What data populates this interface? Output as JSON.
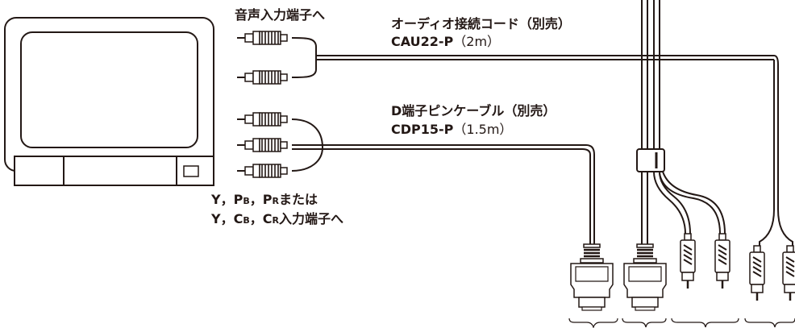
{
  "labels": {
    "audio_input": "音声入力端子へ",
    "audio_cable_name": "オーディオ接続コード（別売）",
    "audio_cable_model": "CAU22-P",
    "audio_cable_length": "（2m）",
    "d_cable_name": "D端子ピンケーブル（別売）",
    "d_cable_model": "CDP15-P",
    "d_cable_length": "（1.5m）",
    "component_line1": {
      "a": "Y，P",
      "b_sub": "B",
      "c": "，P",
      "d_sub": "R",
      "e": "または"
    },
    "component_line2": {
      "a": "Y，C",
      "b_sub": "B",
      "c": "，C",
      "d_sub": "R",
      "e": "入力端子へ"
    }
  },
  "colors": {
    "line": "#231815",
    "background": "#ffffff"
  }
}
